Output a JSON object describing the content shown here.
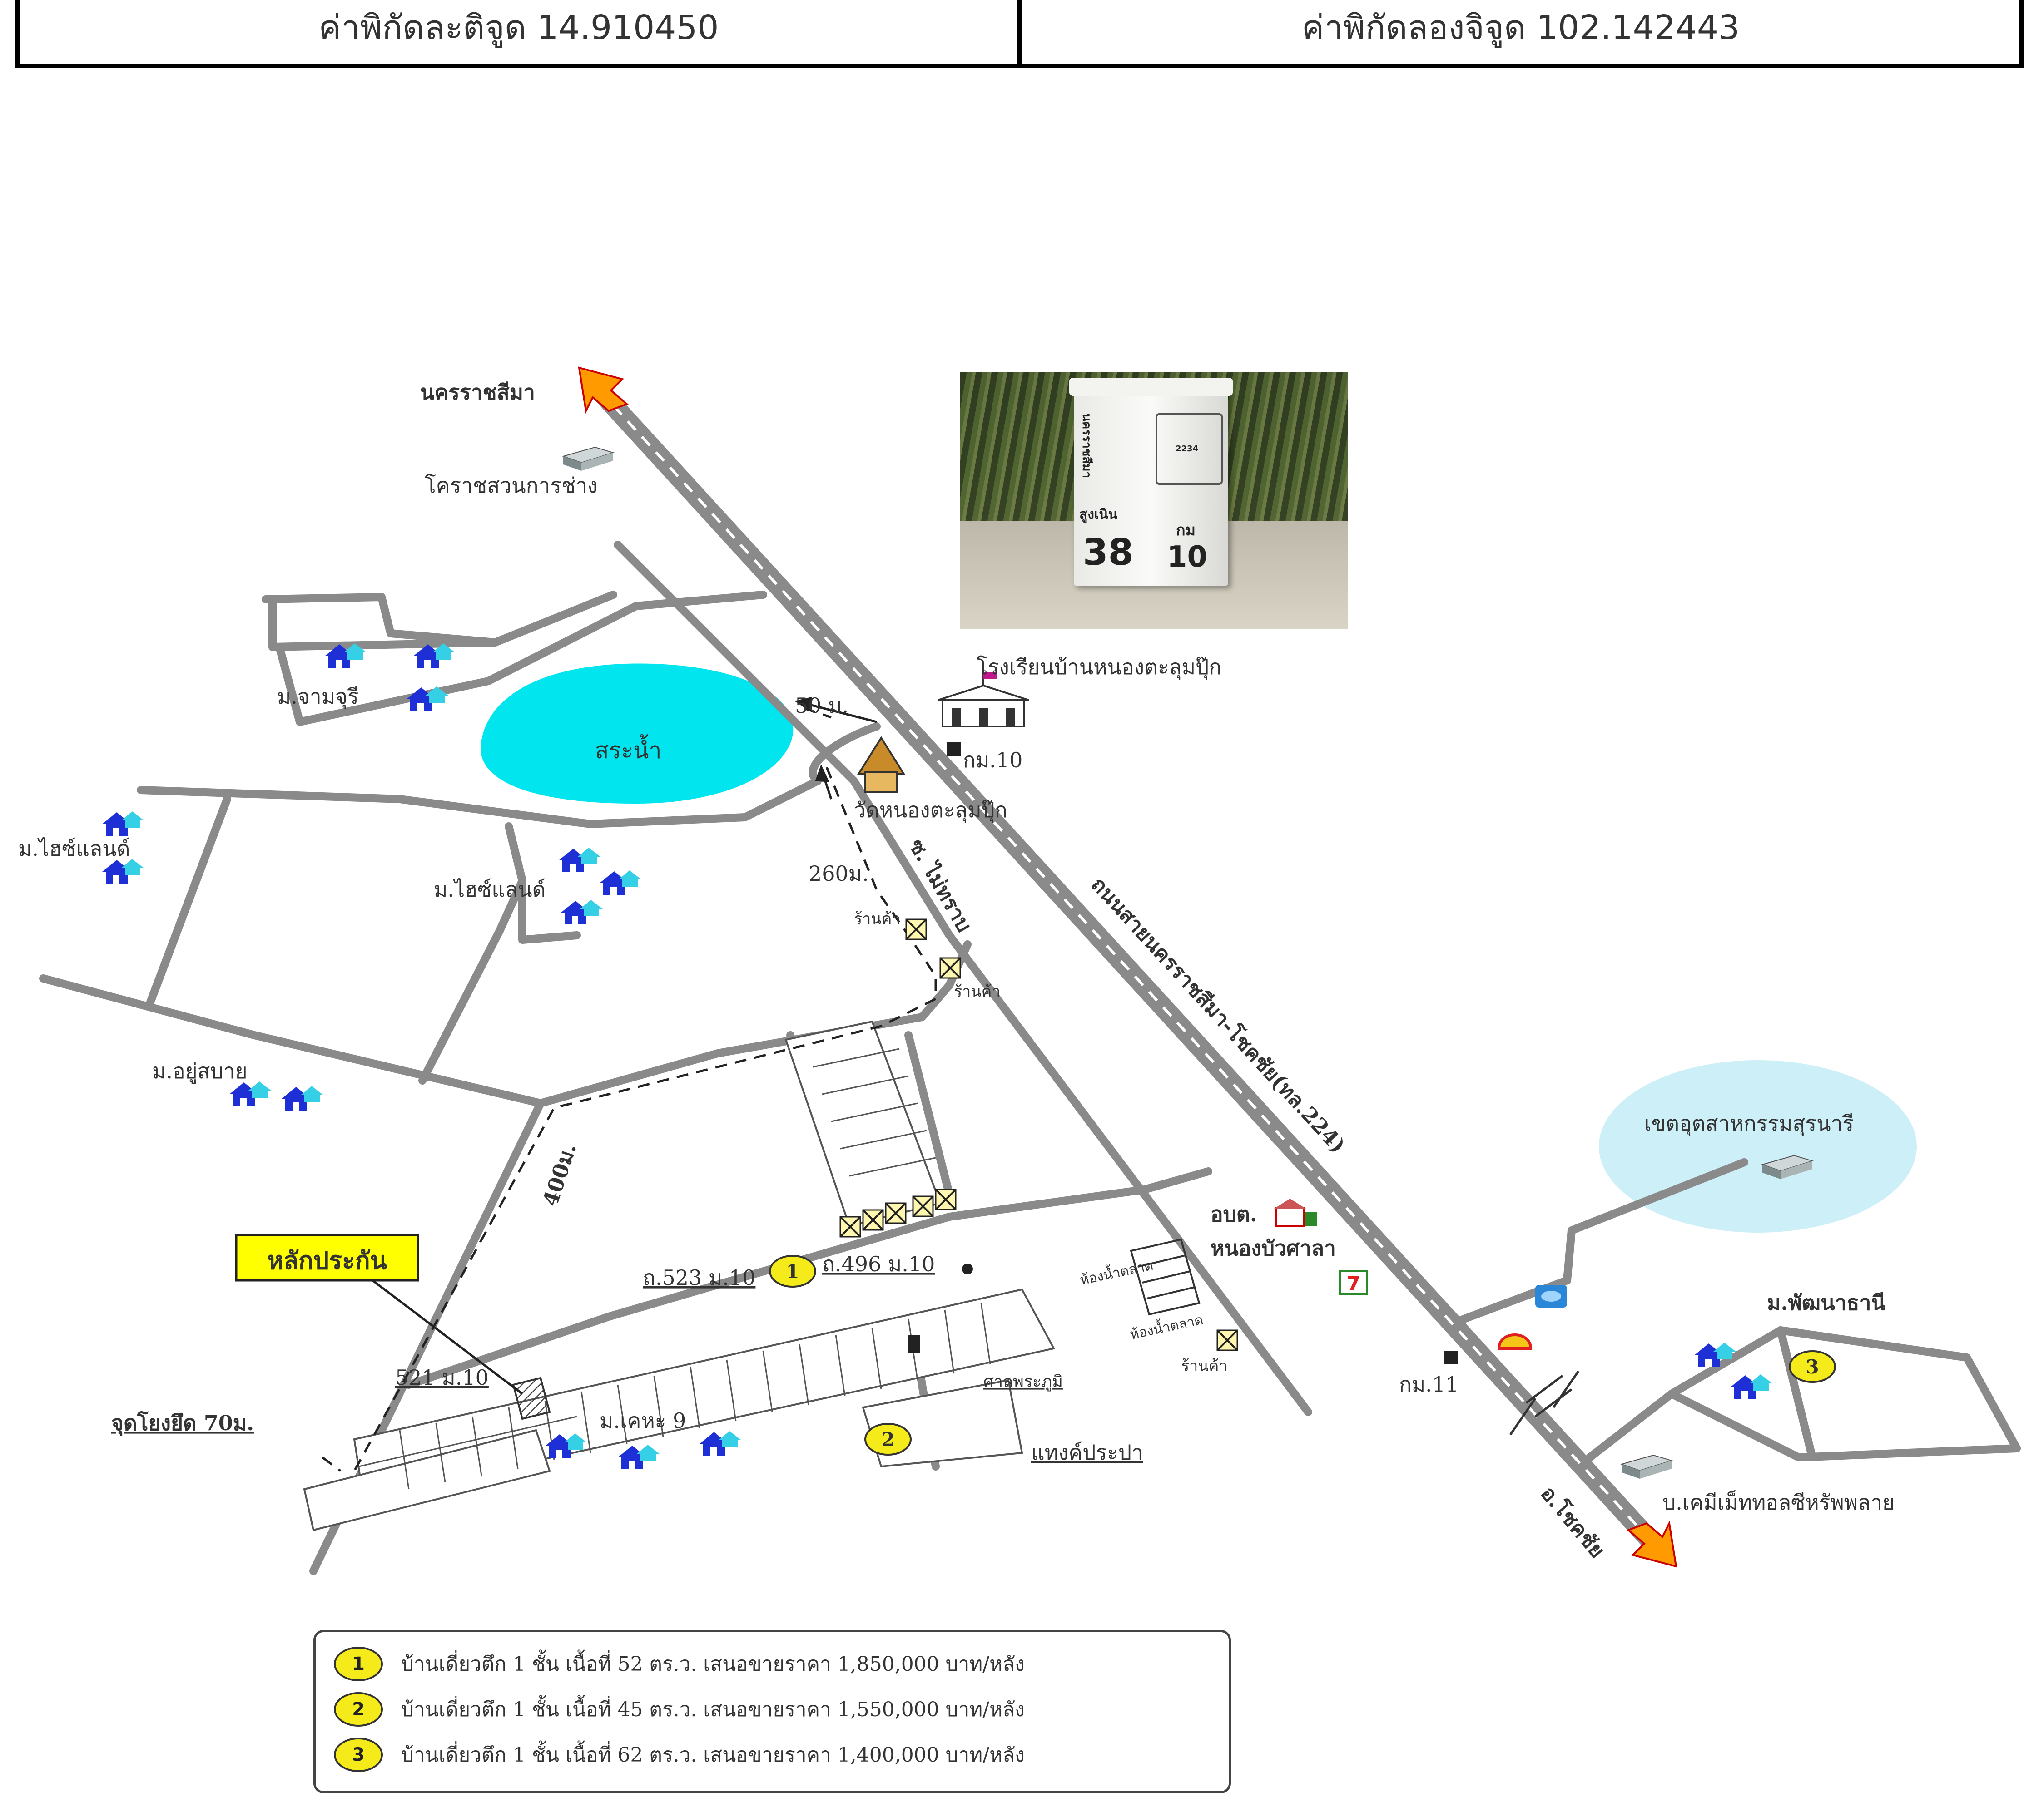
{
  "coordinates": {
    "latitude_label": "ค่าพิกัดละติจูด 14.910450",
    "longitude_label": "ค่าพิกัดลองจิจูด 102.142443"
  },
  "map": {
    "places": {
      "nakhon_ratchasima": "นครราชสีมา",
      "korat_garden": "โคราชสวนการช่าง",
      "school": "โรงเรียนบ้านหนองตะลุมปุ๊ก",
      "jamjuree": "ม.จามจุรี",
      "pond": "สระน้ำ",
      "distance_50": "50 ม.",
      "km10": "กม.10",
      "temple": "วัดหนองตะลุมปุ๊ก",
      "highland_left": "ม.ไฮซ์แลนด์",
      "highland_mid": "ม.ไฮซ์แลนด์",
      "distance_260": "260ม.",
      "soi": "ซ. ไม่ทราบ",
      "shop_1": "ร้านค้า",
      "shop_2": "ร้านค้า",
      "highway": "ถนนสายนครราชสีมา-โชคชัย(ทล.224)",
      "yusabai": "ม.อยู่สบาย",
      "distance_400": "400ม.",
      "industrial_zone": "เขตอุตสาหกรรมสุรนารี",
      "sao_office": "อบต.",
      "sao_name": "หนองบัวศาลา",
      "lak_prakan": "หลักประกัน",
      "road_523": "ถ.523 ม.10",
      "road_496": "ถ.496 ม.10",
      "market_1": "ห้องน้ำตลาด",
      "market_2": "ห้องน้ำตลาด",
      "shop_3": "ร้านค้า",
      "km11": "กม.11",
      "phatthana": "ม.พัฒนาธานี",
      "road_521": "521 ม.10",
      "shrine": "ศาลพระภูมิ",
      "anchor_point": "จุดโยงยึด 70ม.",
      "ket_9": "ม.เคหะ 9",
      "water_tank": "แทงค์ประปา",
      "chokchai": "อ.โชคชัย",
      "factory": "บ.เคมีเม็ททอลซีหรัพพลาย",
      "marker_1": "1",
      "marker_2": "2",
      "marker_3": "3"
    },
    "photo": {
      "sign_top": "นครราชสีมา",
      "sign_mid": "สูงเนิน",
      "sign_left_num": "38",
      "sign_km": "กม",
      "sign_right_num": "10",
      "seal": "2234"
    }
  },
  "legend": {
    "items": [
      {
        "badge": "1",
        "text": "บ้านเดี่ยวตึก 1 ชั้น เนื้อที่ 52 ตร.ว. เสนอขายราคา 1,850,000 บาท/หลัง"
      },
      {
        "badge": "2",
        "text": "บ้านเดี่ยวตึก 1 ชั้น เนื้อที่ 45 ตร.ว. เสนอขายราคา 1,550,000 บาท/หลัง"
      },
      {
        "badge": "3",
        "text": "บ้านเดี่ยวตึก 1 ชั้น เนื้อที่ 62 ตร.ว. เสนอขายราคา 1,400,000 บาท/หลัง"
      }
    ]
  },
  "colors": {
    "road": "#8a8a8a",
    "pond": "#00e5ee",
    "industrial": "#cdeff8",
    "house": "#1e2fd6",
    "house_light": "#35d0e6",
    "marker": "#f5ea1a",
    "arrow": "#ff9a00",
    "label_box": "#ffff00"
  }
}
